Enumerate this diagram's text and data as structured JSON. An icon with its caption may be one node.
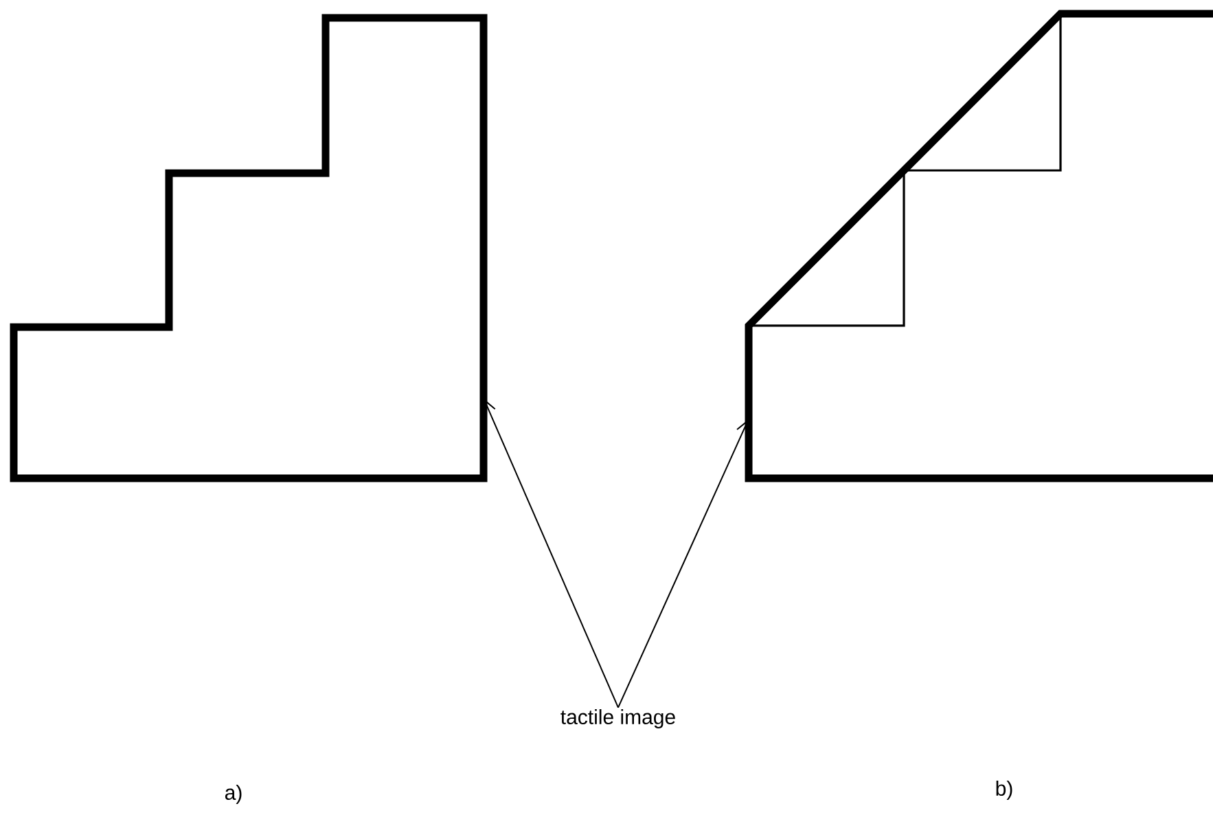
{
  "diagram": {
    "nodes": [
      {
        "text": [],
        "shape": "polygon"
      },
      {
        "text": [],
        "shape": "polygon"
      },
      {
        "text": [
          "tactile image"
        ]
      }
    ],
    "edges": [
      {
        "from": 2,
        "to": 0,
        "arrow": "to"
      },
      {
        "from": 2,
        "to": 1,
        "arrow": "to"
      }
    ],
    "labels": [
      "a)",
      "b)"
    ]
  }
}
